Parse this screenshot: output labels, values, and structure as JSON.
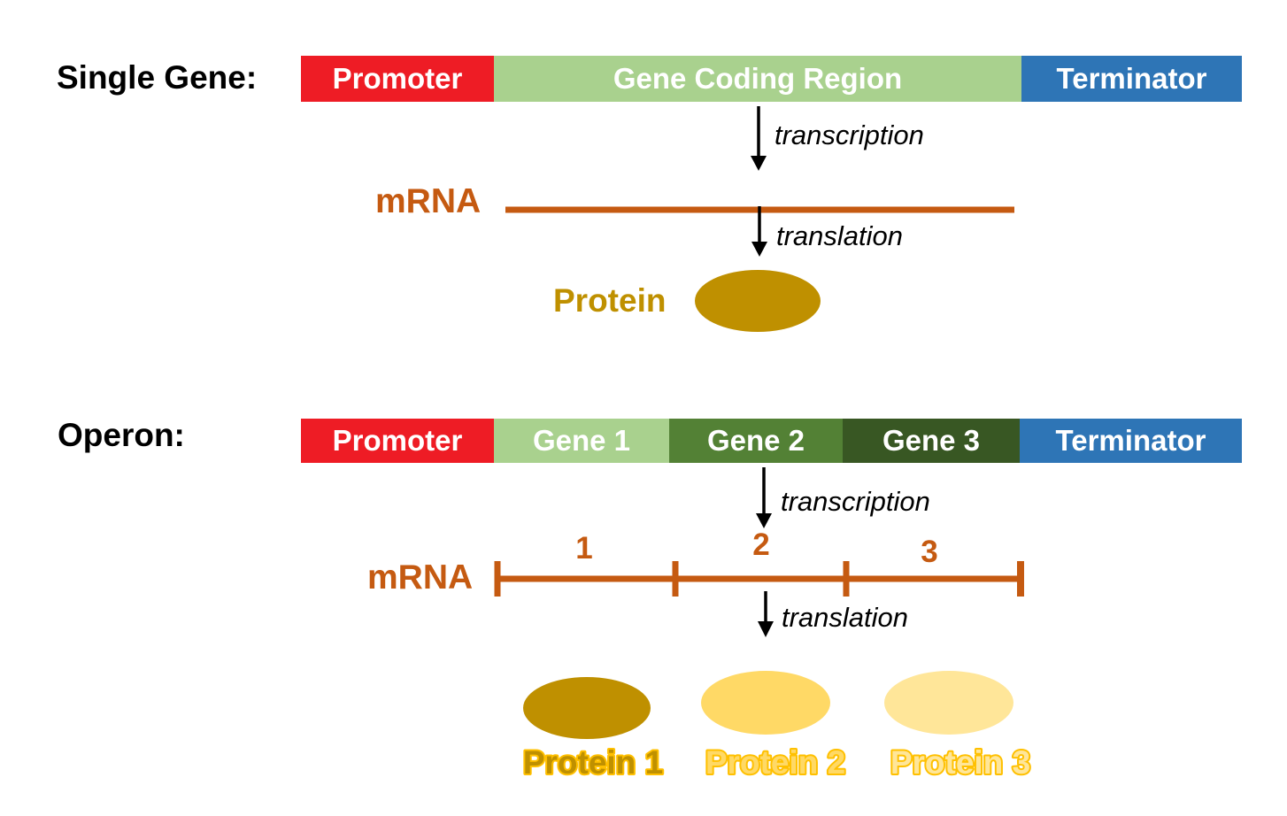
{
  "colors": {
    "promoter_red": "#EE1C25",
    "gene_light_green": "#A9D18E",
    "gene_medium_green": "#538135",
    "gene_dark_green": "#385723",
    "terminator_blue": "#2E75B6",
    "mrna_orange": "#C55A11",
    "protein_gold_dark": "#BF9000",
    "protein_gold_mid": "#FFD966",
    "protein_gold_light": "#FFE699",
    "protein_label_outline_gold": "#FFC000"
  },
  "single_gene": {
    "section_label": "Single Gene:",
    "bar": {
      "promoter": "Promoter",
      "gene_coding_region": "Gene Coding Region",
      "terminator": "Terminator"
    },
    "transcription_label": "transcription",
    "mrna_label": "mRNA",
    "translation_label": "translation",
    "protein_label": "Protein"
  },
  "operon": {
    "section_label": "Operon:",
    "bar": {
      "promoter": "Promoter",
      "gene1": "Gene 1",
      "gene2": "Gene 2",
      "gene3": "Gene 3",
      "terminator": "Terminator"
    },
    "transcription_label": "transcription",
    "mrna_label": "mRNA",
    "mrna_segment_numbers": [
      "1",
      "2",
      "3"
    ],
    "translation_label": "translation",
    "protein_labels": [
      "Protein 1",
      "Protein 2",
      "Protein 3"
    ]
  }
}
